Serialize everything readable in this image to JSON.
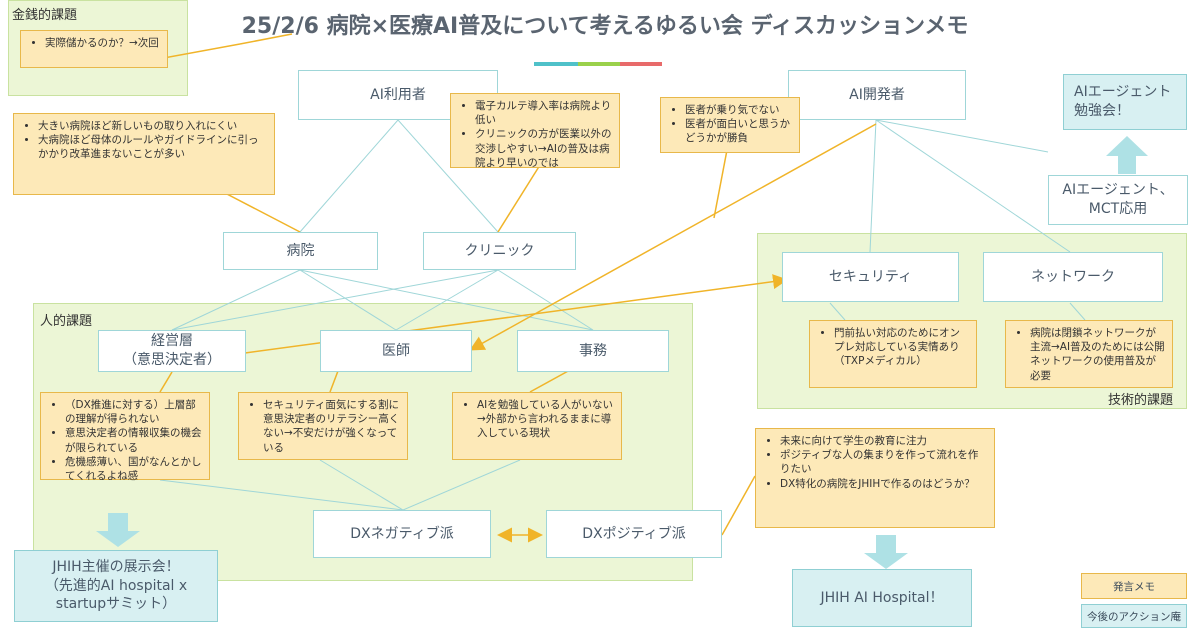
{
  "title": "25/2/6 病院×医療AI普及について考えるゆるい会 ディスカッションメモ",
  "colors": {
    "accent_teal": "#4fc1c9",
    "accent_green": "#9ad14b",
    "accent_red": "#e86a6a"
  },
  "regions": {
    "money": "金銭的課題",
    "human": "人的課題",
    "tech": "技術的課題"
  },
  "nodes": {
    "ai_users": "AI利用者",
    "ai_devs": "AI開発者",
    "hospital": "病院",
    "clinic": "クリニック",
    "management": "経営層\n（意思決定者）",
    "doctor": "医師",
    "office": "事務",
    "security": "セキュリティ",
    "network": "ネットワーク",
    "dx_negative": "DXネガティブ派",
    "dx_positive": "DXポジティブ派"
  },
  "notes": {
    "money": [
      "実際儲かるのか？→次回"
    ],
    "big_hospital": [
      "大きい病院ほど新しいもの取り入れにくい",
      "大病院ほど母体のルールやガイドラインに引っかかり改革進まないことが多い"
    ],
    "emr": [
      "電子カルテ導入率は病院より低い",
      "クリニックの方が医業以外の交渉しやすい→AIの普及は病院より早いのでは"
    ],
    "doctors_motivation": [
      "医者が乗り気でない",
      "医者が面白いと思うかどうかが勝負"
    ],
    "management": [
      "（DX推進に対する）上層部の理解が得られない",
      "意思決定者の情報収集の機会が限られている",
      "危機感薄い、国がなんとかしてくれるよね感"
    ],
    "doctor": [
      "セキュリティ面気にする割に意思決定者のリテラシー高くない→不安だけが強くなっている"
    ],
    "office": [
      "AIを勉強している人がいない→外部から言われるままに導入している現状"
    ],
    "security": [
      "門前払い対応のためにオンプレ対応している実情あり（TXPメディカル）"
    ],
    "network": [
      "病院は閉鎖ネットワークが主流→AI普及のためには公開ネットワークの使用普及が必要"
    ],
    "positive": [
      "未来に向けて学生の教育に注力",
      "ポジティブな人の集まりを作って流れを作りたい",
      "DX特化の病院をJHIHで作るのはどうか？"
    ]
  },
  "actions": {
    "agent_study": "AIエージェント\n勉強会！",
    "agent_mct": "AIエージェント、\nMCT応用",
    "showcase": "JHIH主催の展示会！\n（先進的AI hospital x\nstartupサミット）",
    "ai_hospital": "JHIH AI Hospital！"
  },
  "legend": {
    "remark": "発言メモ",
    "action": "今後のアクション庵"
  }
}
